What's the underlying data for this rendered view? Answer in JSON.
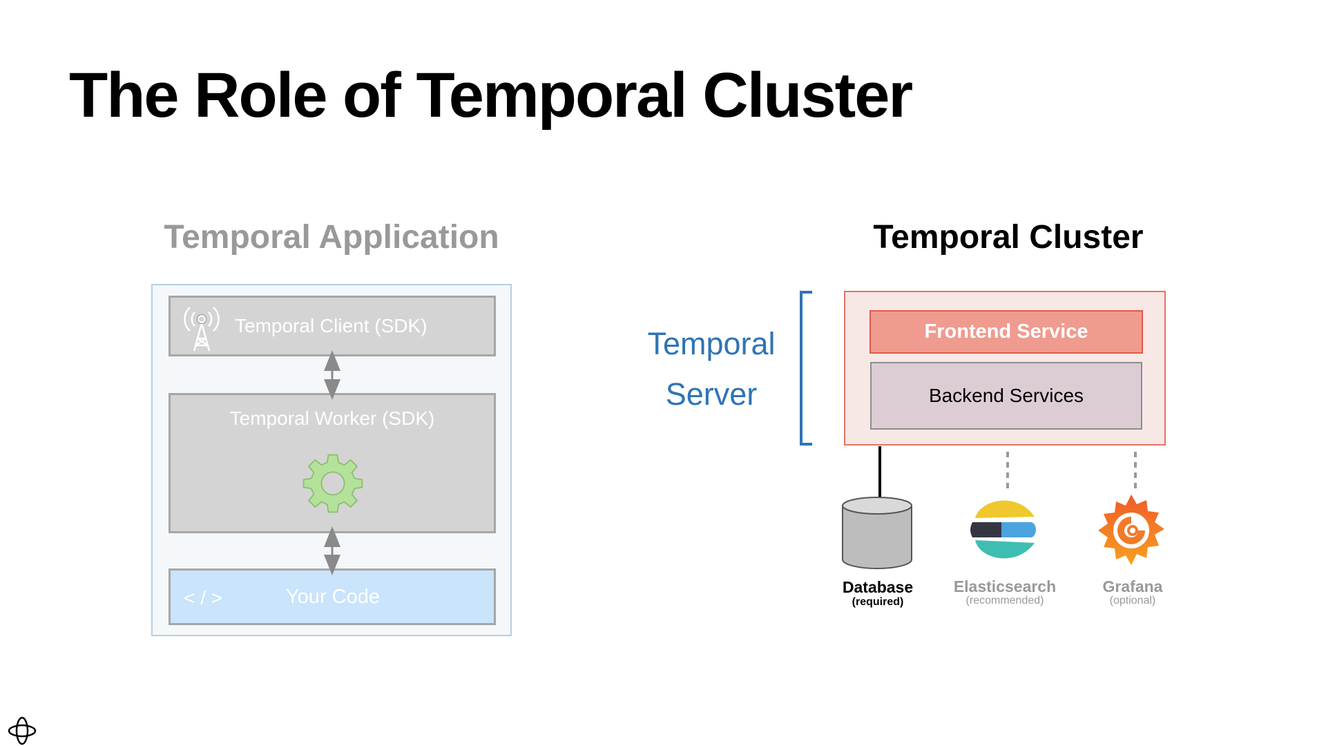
{
  "title": "The Role of Temporal Cluster",
  "application": {
    "heading": "Temporal Application",
    "client_label": "Temporal Client (SDK)",
    "worker_label": "Temporal Worker (SDK)",
    "code_glyph": "< / >",
    "code_label": "Your Code",
    "icons": {
      "client": "antenna-icon",
      "worker": "gear-icon"
    }
  },
  "cluster": {
    "heading": "Temporal Cluster",
    "server_label_line1": "Temporal",
    "server_label_line2": "Server",
    "frontend_label": "Frontend Service",
    "backend_label": "Backend Services",
    "dependencies": [
      {
        "name": "Database",
        "note": "(required)",
        "icon": "database-icon"
      },
      {
        "name": "Elasticsearch",
        "note": "(recommended)",
        "icon": "elasticsearch-logo-icon"
      },
      {
        "name": "Grafana",
        "note": "(optional)",
        "icon": "grafana-logo-icon"
      }
    ]
  },
  "colors": {
    "server_blue": "#2f74b5",
    "frontend_fill": "#f09b8f",
    "cluster_frame_fill": "#f7e8e5",
    "code_fill": "#c9e4fb",
    "gear_green": "#b4e29a"
  },
  "footer_icon": "temporal-logo-icon"
}
